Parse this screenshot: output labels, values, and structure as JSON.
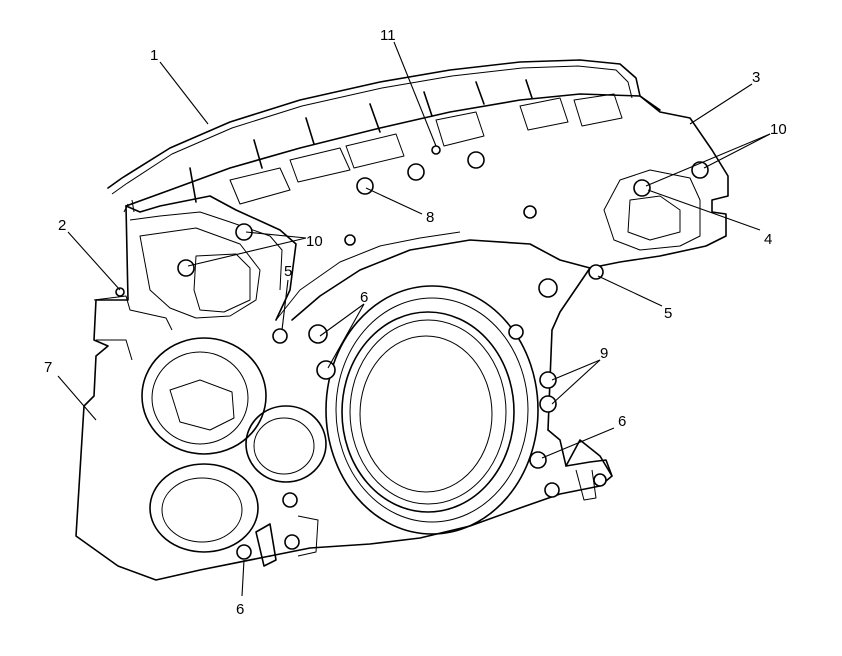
{
  "callouts": [
    {
      "id": "c1",
      "label": "1"
    },
    {
      "id": "c2",
      "label": "2"
    },
    {
      "id": "c3",
      "label": "3"
    },
    {
      "id": "c4",
      "label": "4"
    },
    {
      "id": "c5a",
      "label": "5"
    },
    {
      "id": "c5b",
      "label": "5"
    },
    {
      "id": "c6a",
      "label": "6"
    },
    {
      "id": "c6b",
      "label": "6"
    },
    {
      "id": "c6c",
      "label": "6"
    },
    {
      "id": "c7",
      "label": "7"
    },
    {
      "id": "c8",
      "label": "8"
    },
    {
      "id": "c9",
      "label": "9"
    },
    {
      "id": "c10a",
      "label": "10"
    },
    {
      "id": "c10b",
      "label": "10"
    },
    {
      "id": "c11",
      "label": "11"
    }
  ]
}
